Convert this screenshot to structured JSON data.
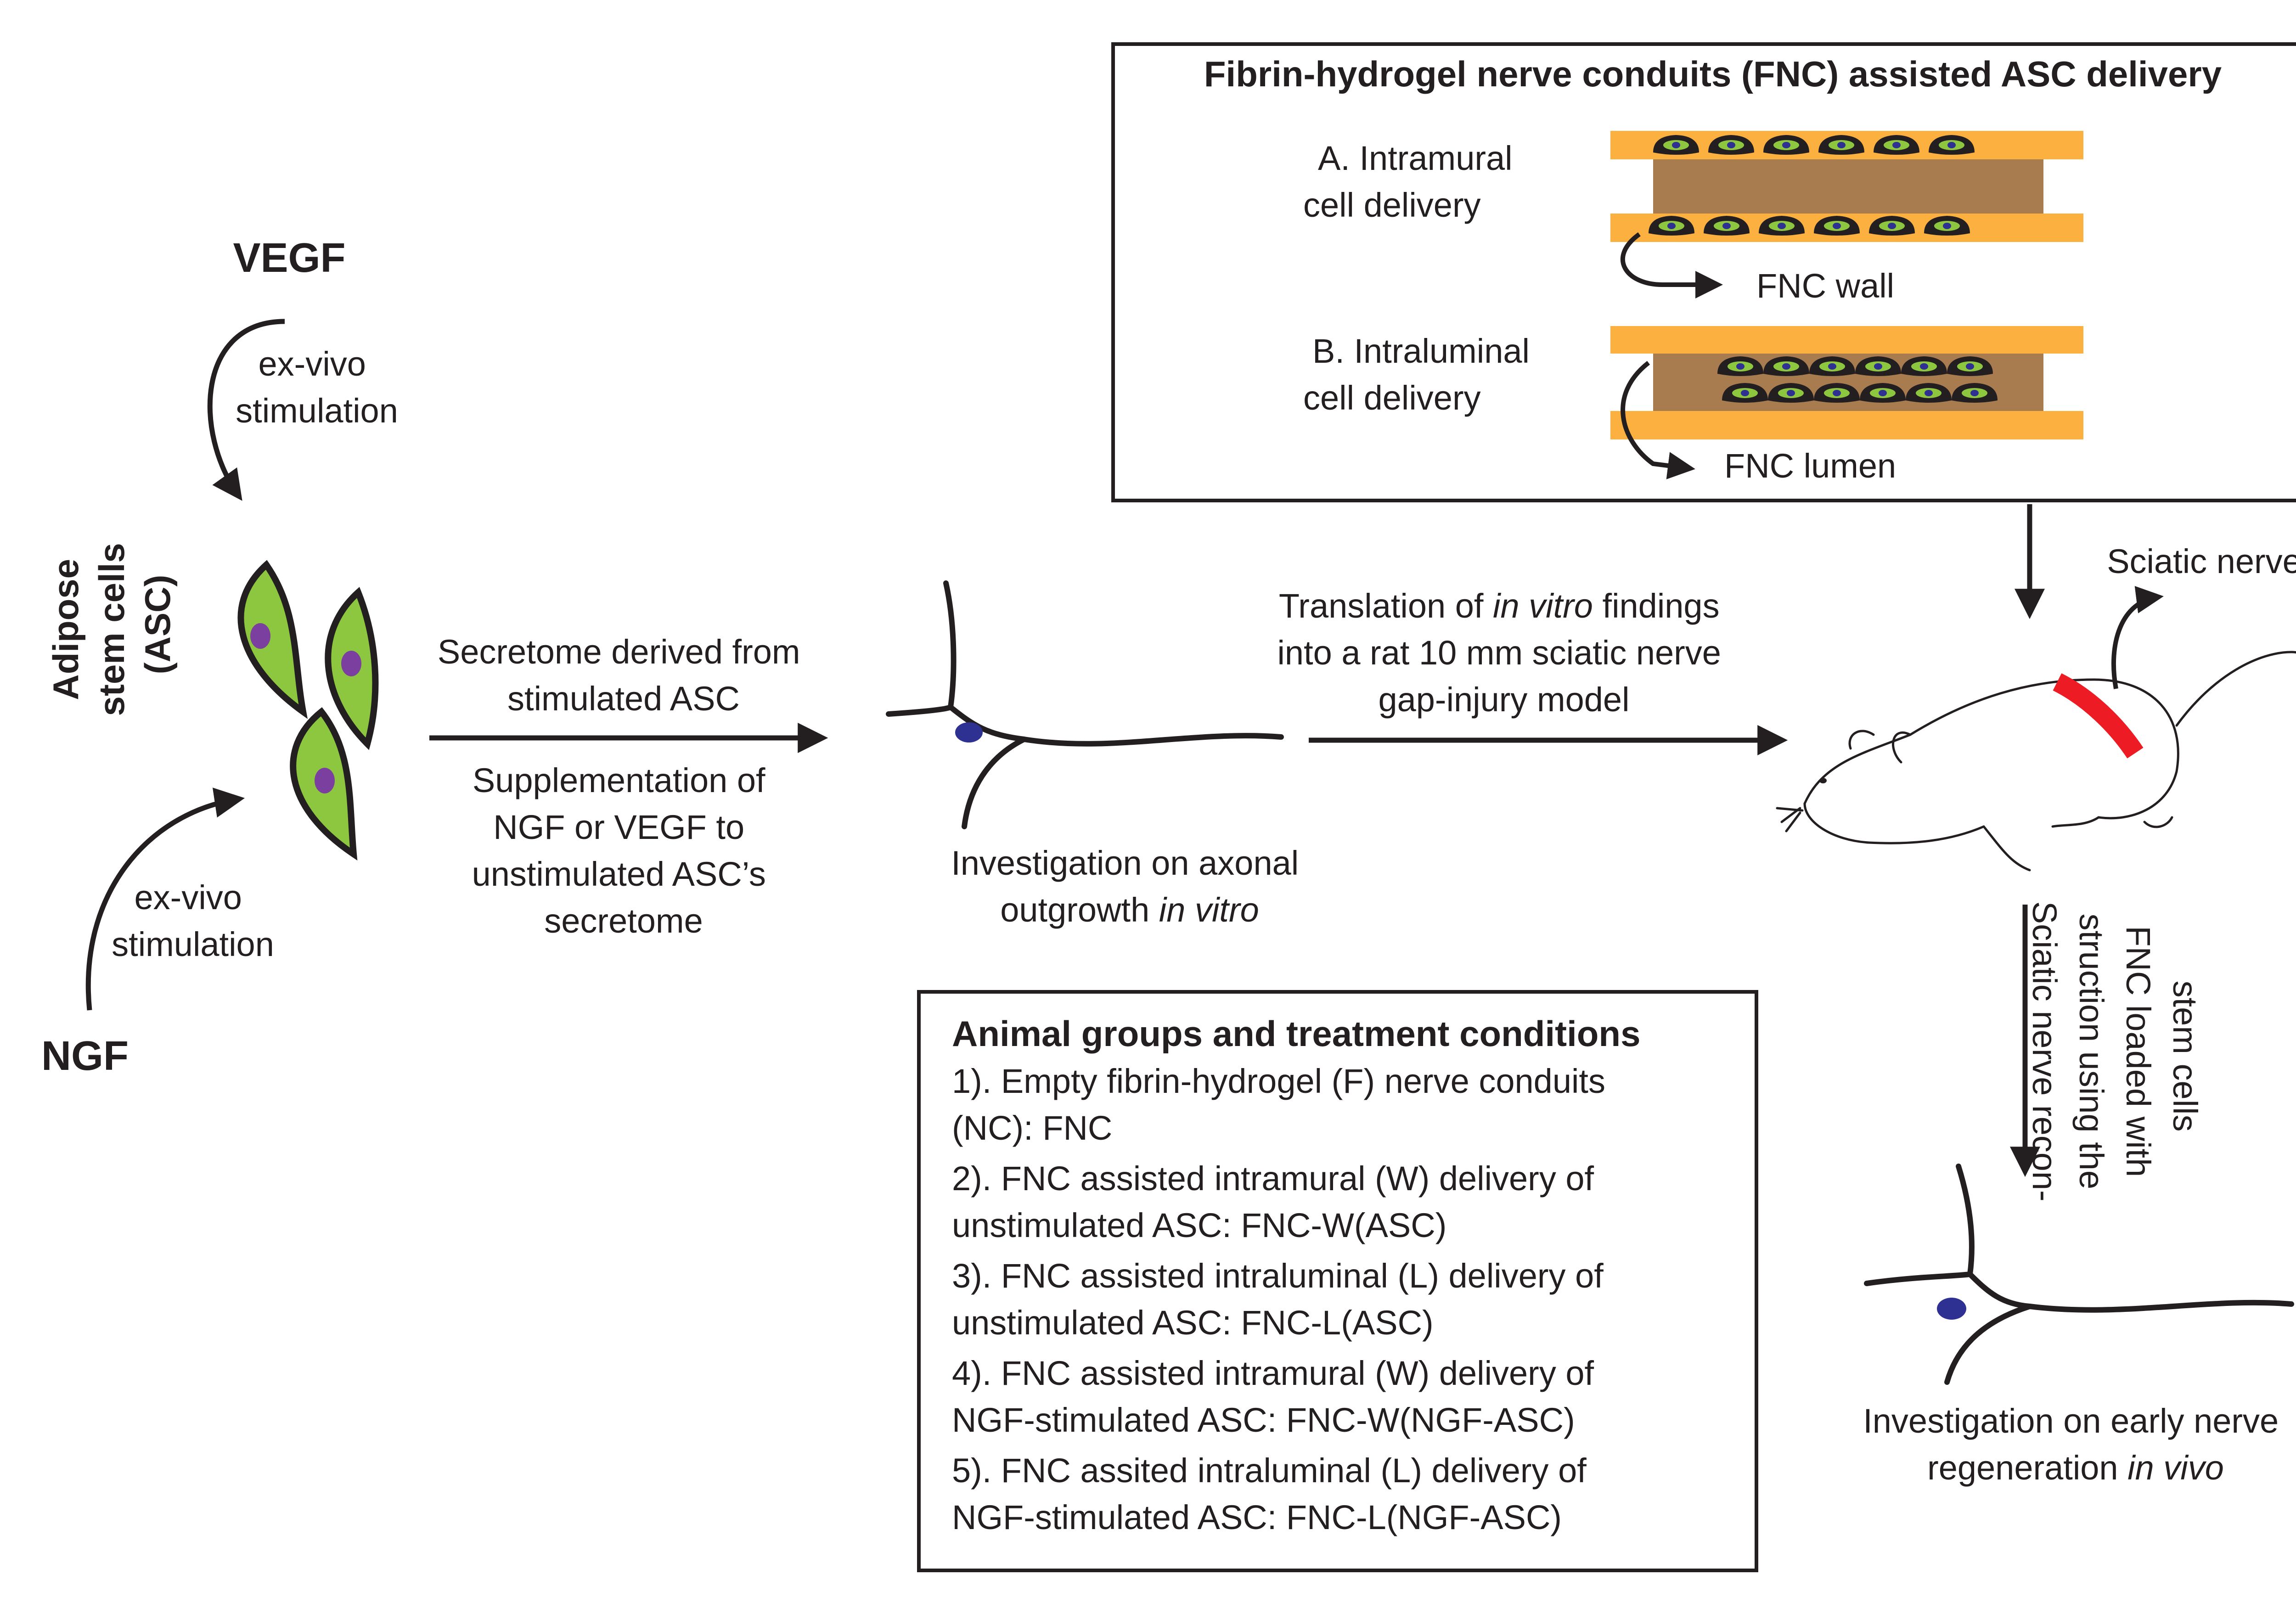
{
  "colors": {
    "ink": "#231f20",
    "cell_green": "#8dc63f",
    "nucleus_purple": "#7b3fa0",
    "neuron_nucleus": "#2e3192",
    "conduit_orange": "#fbb040",
    "conduit_brown": "#a97c50",
    "injury_red": "#ed1c24"
  },
  "factors": {
    "vegf": "VEGF",
    "ngf": "NGF",
    "stim_top": [
      "ex-vivo",
      "stimulation"
    ],
    "stim_bottom": [
      "ex-vivo",
      "stimulation"
    ]
  },
  "asc_label": [
    "Adipose",
    "stem cells",
    "(ASC)"
  ],
  "secretome": {
    "above": [
      "Secretome derived from",
      "stimulated ASC"
    ],
    "below": [
      "Supplementation of",
      "NGF or VEGF to",
      "unstimulated ASC’s",
      "secretome"
    ]
  },
  "in_vitro": {
    "line1": "Investigation on axonal",
    "line2_plain": "outgrowth ",
    "line2_italic": "in vitro"
  },
  "translation": {
    "line1_plain": "Translation of ",
    "line1_italic": "in vitro",
    "line1_rest": " findings",
    "line2": "into a rat 10 mm sciatic nerve",
    "line3": "gap-injury model"
  },
  "fnc_box": {
    "title": "Fibrin-hydrogel nerve conduits (FNC) assisted ASC delivery",
    "a_label": [
      "A. Intramural",
      "cell delivery"
    ],
    "a_target": "FNC wall",
    "b_label": [
      "B. Intraluminal",
      "cell delivery"
    ],
    "b_target": "FNC lumen"
  },
  "sciatic_label": "Sciatic nerve",
  "reconstruction": [
    "Sciatic nerve recon-",
    "struction using the",
    "FNC loaded with",
    "stem cells"
  ],
  "in_vivo": {
    "line1": "Investigation on early nerve",
    "line2_plain": "regeneration ",
    "line2_italic": "in vivo"
  },
  "groups": {
    "title": "Animal groups and treatment conditions",
    "lines": [
      "1). Empty fibrin-hydrogel (F) nerve conduits",
      "(NC): FNC",
      "2). FNC assisted intramural (W) delivery of",
      "unstimulated ASC: FNC-W(ASC)",
      "3). FNC assisted intraluminal (L) delivery of",
      "unstimulated ASC: FNC-L(ASC)",
      "4). FNC assisted intramural (W) delivery of",
      "NGF-stimulated ASC: FNC-W(NGF-ASC)",
      "5). FNC assited intraluminal (L) delivery of",
      "NGF-stimulated ASC: FNC-L(NGF-ASC)"
    ]
  }
}
